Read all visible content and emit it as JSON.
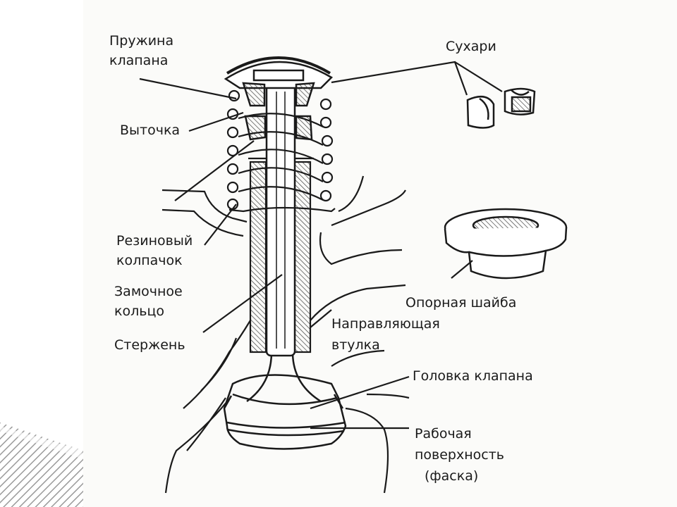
{
  "labels": {
    "spring_1": "Пружина",
    "spring_2": "клапана",
    "groove": "Выточка",
    "cap_1": "Резиновый",
    "cap_2": "колпачок",
    "ring_1": "Замочное",
    "ring_2": "кольцо",
    "stem": "Стержень",
    "keepers": "Сухари",
    "washer": "Опорная шайба",
    "guide_1": "Направляющая",
    "guide_2": "втулка",
    "head": "Головка клапана",
    "face_1": "Рабочая",
    "face_2": "поверхность",
    "face_3": "(фаска)"
  },
  "colors": {
    "ink": "#1a1a1a",
    "paper": "#fbfbf9",
    "hatch": "#b9b9b9"
  }
}
